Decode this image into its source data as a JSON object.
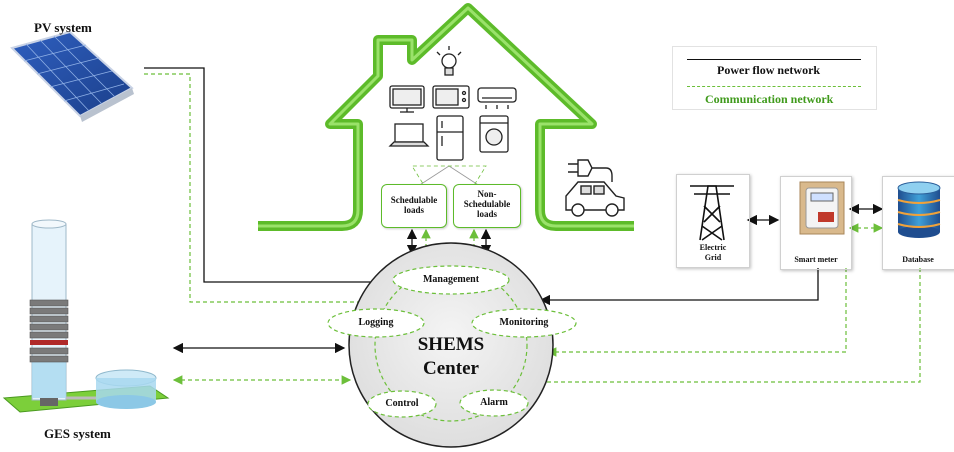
{
  "title_pv": "PV system",
  "title_ges": "GES system",
  "legend": {
    "power": "Power flow network",
    "comm": "Communication network"
  },
  "loads": {
    "schedulable": "Schedulable loads",
    "non_schedulable": "Non-Schedulable loads"
  },
  "grid": {
    "electric_grid": "Electric Grid",
    "smart_meter": "Smart meter",
    "database": "Database"
  },
  "center": {
    "line1": "SHEMS",
    "line2": "Center",
    "modules": {
      "management": "Management",
      "logging": "Logging",
      "monitoring": "Monitoring",
      "control": "Control",
      "alarm": "Alarm"
    }
  },
  "colors": {
    "house_green": "#5dbb2a",
    "comm_green": "#6cbf3a",
    "legend_green": "#3f9a1b",
    "power_line": "#111111",
    "center_fill": "#eeeeee"
  },
  "icons": [
    "solar-panel-icon",
    "water-storage-icon",
    "lamp-icon",
    "tv-icon",
    "microwave-icon",
    "air-conditioner-icon",
    "laptop-icon",
    "fridge-icon",
    "washing-machine-icon",
    "ev-car-icon",
    "transmission-tower-icon",
    "smart-meter-icon",
    "database-icon"
  ]
}
